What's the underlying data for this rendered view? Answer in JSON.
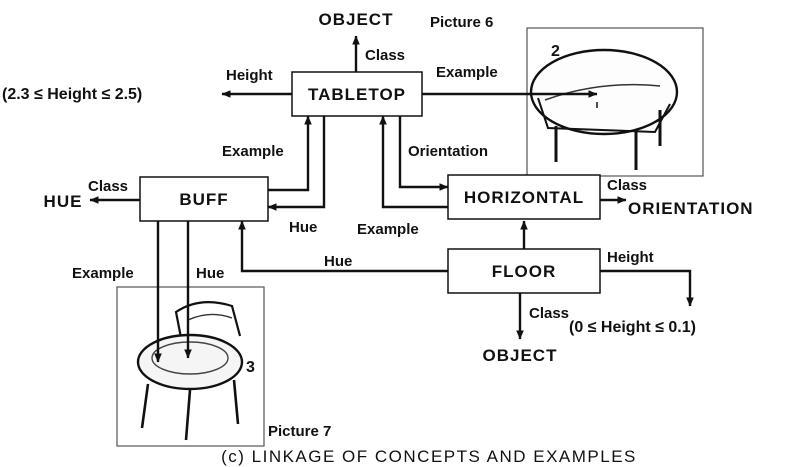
{
  "nodes": {
    "object_top": "OBJECT",
    "tabletop": "TABLETOP",
    "buff": "BUFF",
    "horizontal": "HORIZONTAL",
    "floor": "FLOOR",
    "hue": "HUE",
    "orientation": "ORIENTATION",
    "object_bottom": "OBJECT",
    "height_range_top": "(2.3 ≤ Height ≤ 2.5)",
    "height_range_floor": "(0 ≤ Height ≤ 0.1)"
  },
  "edges": {
    "tabletop_class": "Class",
    "tabletop_height": "Height",
    "tabletop_example": "Example",
    "buff_to_tabletop_example": "Example",
    "tabletop_orientation": "Orientation",
    "buff_class": "Class",
    "tabletop_hue": "Hue",
    "horizontal_example": "Example",
    "horizontal_class": "Class",
    "floor_hue": "Hue",
    "floor_height": "Height",
    "floor_class": "Class",
    "buff_example": "Example",
    "buff_hue": "Hue"
  },
  "pictures": {
    "picture6_label": "Picture 6",
    "picture6_number": "2",
    "picture7_label": "Picture 7",
    "picture7_number": "3"
  },
  "caption": "(c)   LINKAGE OF CONCEPTS AND EXAMPLES"
}
